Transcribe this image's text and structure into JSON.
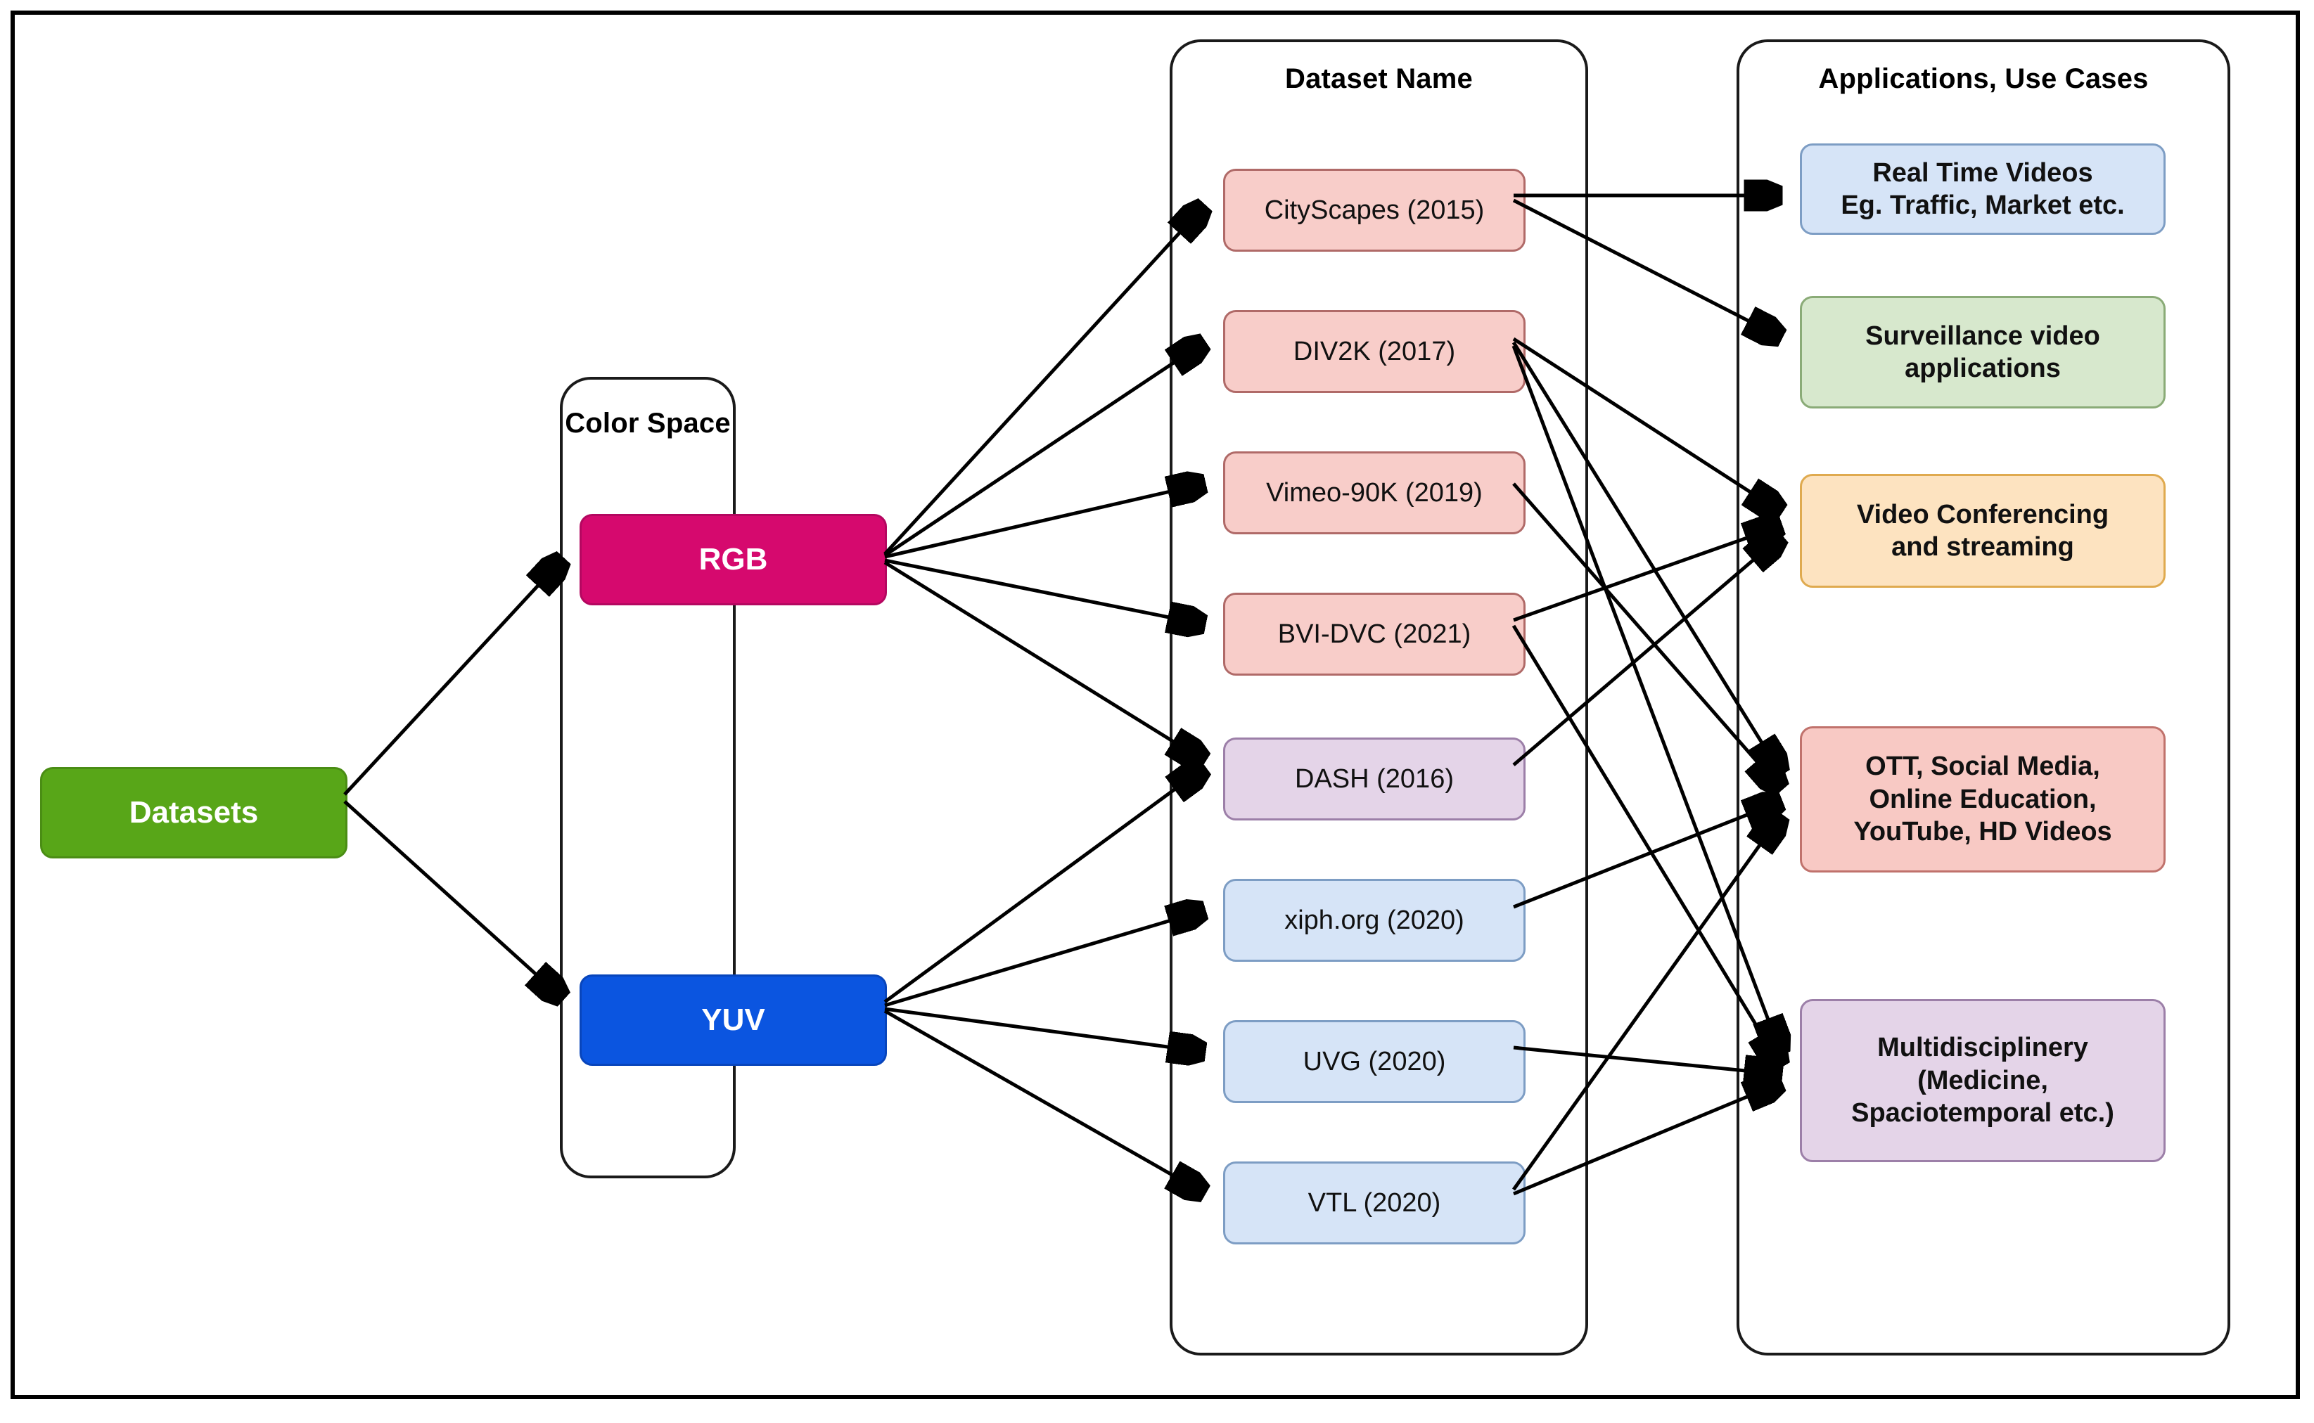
{
  "diagram": {
    "root": {
      "label": "Datasets",
      "fill": "#58a618",
      "text": "#ffffff"
    },
    "groups": [
      {
        "id": "color-space",
        "title": "Color Space"
      },
      {
        "id": "dataset-name",
        "title": "Dataset Name"
      },
      {
        "id": "applications",
        "title": "Applications, Use Cases"
      }
    ],
    "color_space": [
      {
        "id": "rgb",
        "label": "RGB",
        "fill": "#d6096e",
        "text": "#ffffff"
      },
      {
        "id": "yuv",
        "label": "YUV",
        "fill": "#0b55e0",
        "text": "#ffffff"
      }
    ],
    "datasets": [
      {
        "id": "cityscapes",
        "label": "CityScapes (2015)",
        "fill": "#f8cdc9",
        "border": "#b06a68"
      },
      {
        "id": "div2k",
        "label": "DIV2K (2017)",
        "fill": "#f8cdc9",
        "border": "#b06a68"
      },
      {
        "id": "vimeo90k",
        "label": "Vimeo-90K (2019)",
        "fill": "#f8cdc9",
        "border": "#b06a68"
      },
      {
        "id": "bvidvc",
        "label": "BVI-DVC (2021)",
        "fill": "#f8cdc9",
        "border": "#b06a68"
      },
      {
        "id": "dash",
        "label": "DASH (2016)",
        "fill": "#e4d4e8",
        "border": "#9c7fa8"
      },
      {
        "id": "xiph",
        "label": "xiph.org (2020)",
        "fill": "#d6e4f7",
        "border": "#7d9dc4"
      },
      {
        "id": "uvg",
        "label": "UVG (2020)",
        "fill": "#d6e4f7",
        "border": "#7d9dc4"
      },
      {
        "id": "vtl",
        "label": "VTL (2020)",
        "fill": "#d6e4f7",
        "border": "#7d9dc4"
      }
    ],
    "applications": [
      {
        "id": "realtime",
        "label": "Real Time Videos\nEg. Traffic, Market etc.",
        "fill": "#d6e4f7",
        "border": "#7d9dc4"
      },
      {
        "id": "surveillance",
        "label": "Surveillance video\napplications",
        "fill": "#d7e8cd",
        "border": "#8aab77"
      },
      {
        "id": "conferencing",
        "label": "Video Conferencing\nand streaming",
        "fill": "#fde3c0",
        "border": "#dfaa4f"
      },
      {
        "id": "ott",
        "label": "OTT, Social Media,\nOnline Education,\nYouTube, HD Videos",
        "fill": "#f8c9c4",
        "border": "#c0726c"
      },
      {
        "id": "multidisciplinery",
        "label": "Multidisciplinery\n(Medicine,\nSpaciotemporal etc.)",
        "fill": "#e4d4e8",
        "border": "#9c7fa8"
      }
    ],
    "edges": [
      {
        "from": "datasets",
        "to": "rgb"
      },
      {
        "from": "datasets",
        "to": "yuv"
      },
      {
        "from": "rgb",
        "to": "cityscapes"
      },
      {
        "from": "rgb",
        "to": "div2k"
      },
      {
        "from": "rgb",
        "to": "vimeo90k"
      },
      {
        "from": "rgb",
        "to": "bvidvc"
      },
      {
        "from": "rgb",
        "to": "dash"
      },
      {
        "from": "yuv",
        "to": "dash"
      },
      {
        "from": "yuv",
        "to": "xiph"
      },
      {
        "from": "yuv",
        "to": "uvg"
      },
      {
        "from": "yuv",
        "to": "vtl"
      },
      {
        "from": "cityscapes",
        "to": "realtime"
      },
      {
        "from": "cityscapes",
        "to": "surveillance"
      },
      {
        "from": "div2k",
        "to": "conferencing"
      },
      {
        "from": "div2k",
        "to": "ott"
      },
      {
        "from": "div2k",
        "to": "multidisciplinery"
      },
      {
        "from": "vimeo90k",
        "to": "ott"
      },
      {
        "from": "bvidvc",
        "to": "conferencing"
      },
      {
        "from": "bvidvc",
        "to": "multidisciplinery"
      },
      {
        "from": "dash",
        "to": "conferencing"
      },
      {
        "from": "xiph",
        "to": "ott"
      },
      {
        "from": "uvg",
        "to": "multidisciplinery"
      },
      {
        "from": "vtl",
        "to": "ott"
      },
      {
        "from": "vtl",
        "to": "multidisciplinery"
      }
    ]
  }
}
